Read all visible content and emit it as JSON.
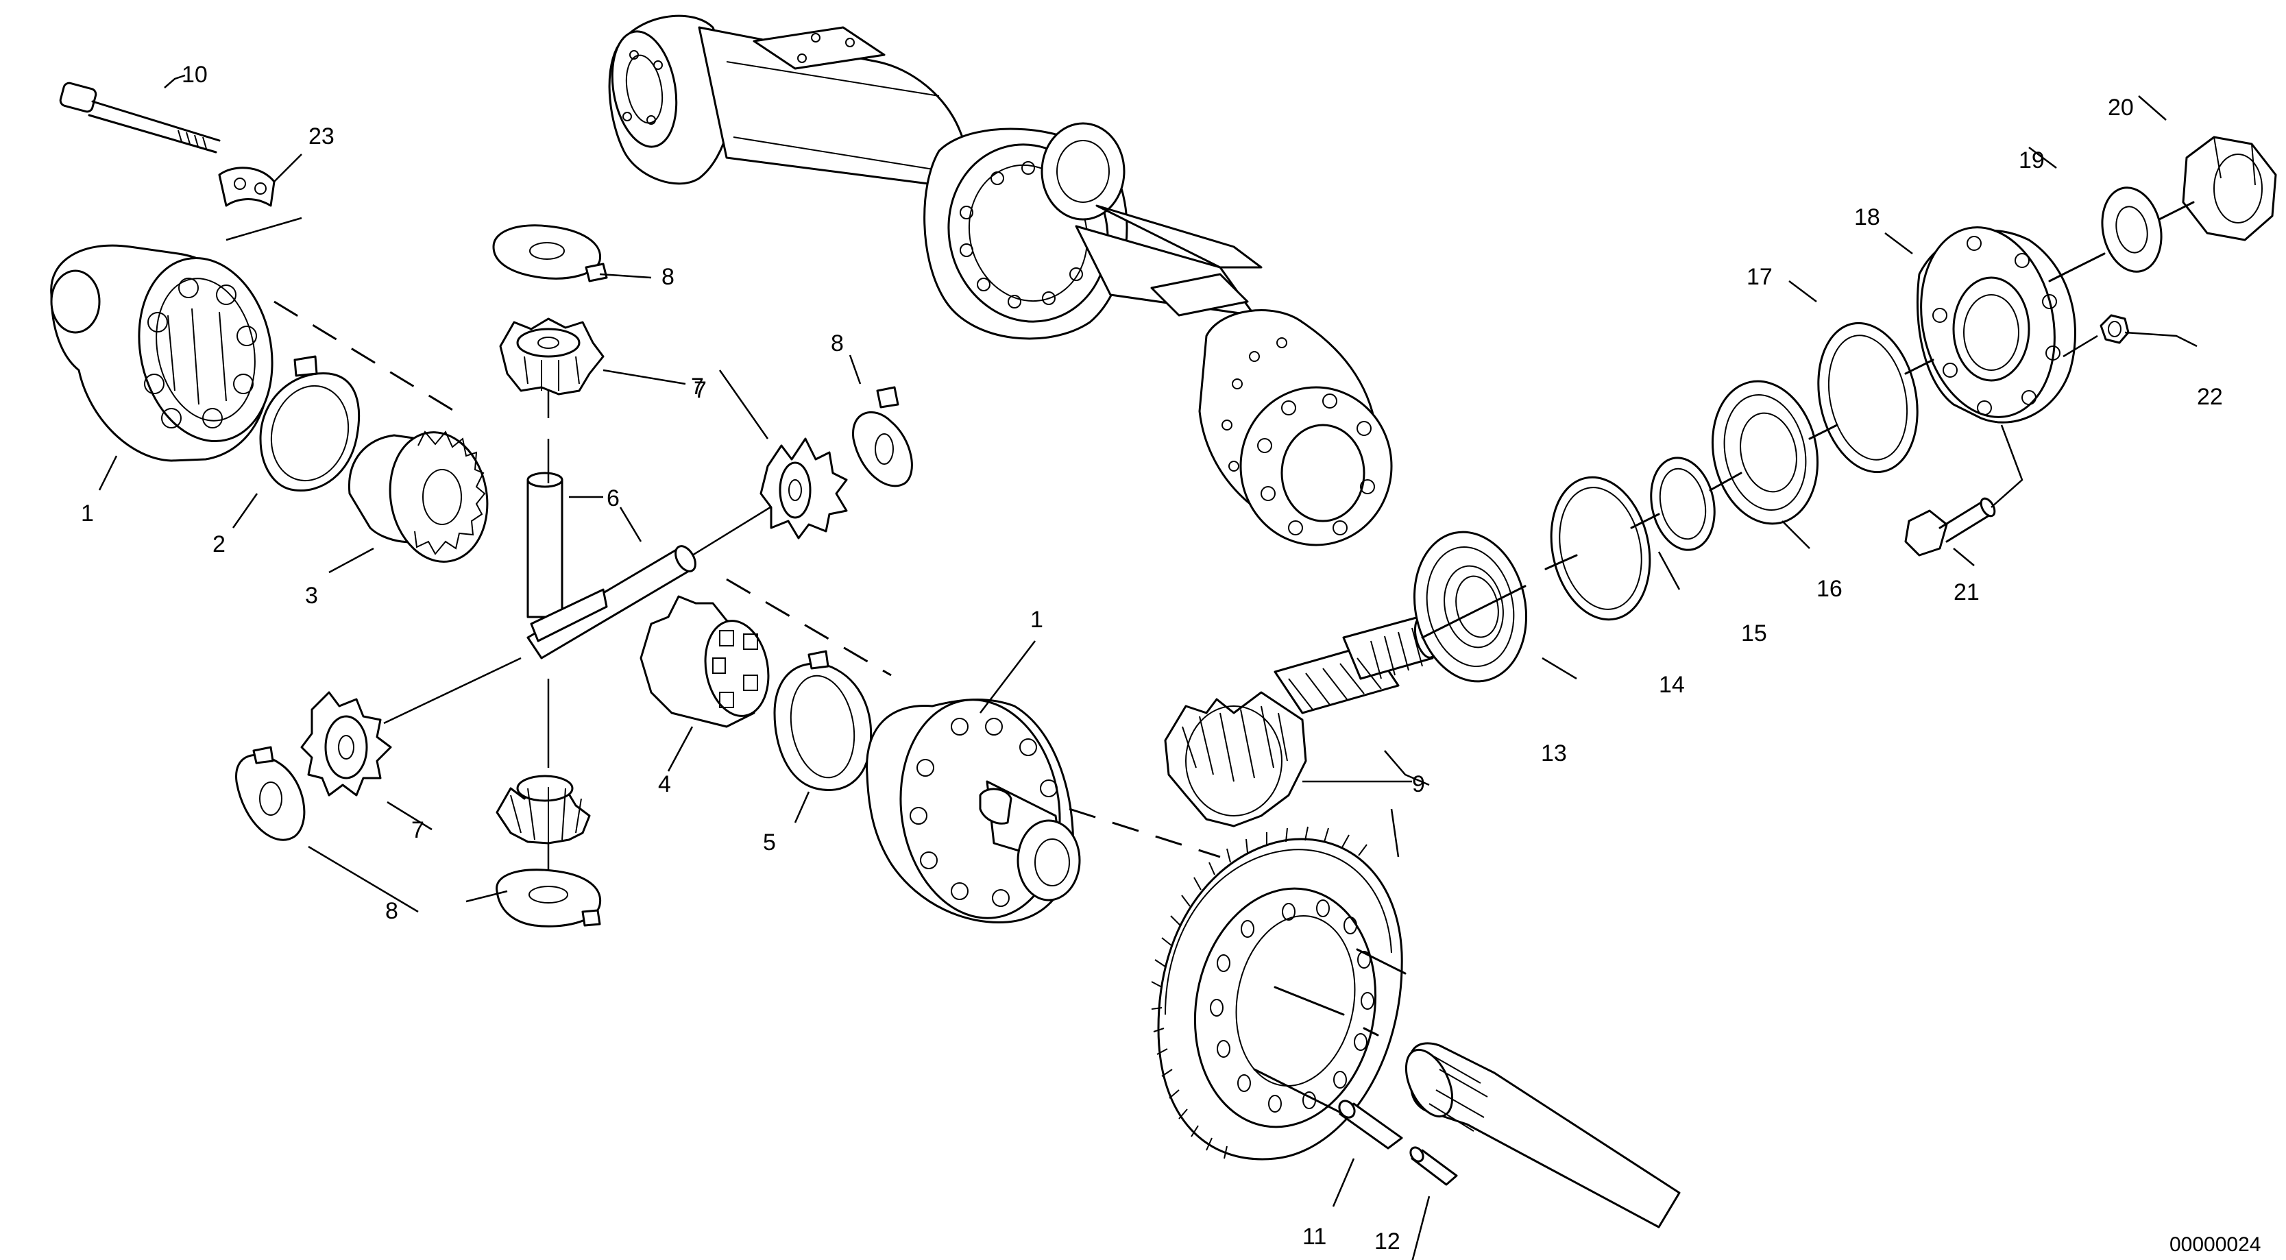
{
  "figure": {
    "document_number": "00000024"
  },
  "callouts": [
    {
      "id": "c10",
      "label": "10"
    },
    {
      "id": "c23",
      "label": "23"
    },
    {
      "id": "c1a",
      "label": "1"
    },
    {
      "id": "c2",
      "label": "2"
    },
    {
      "id": "c3",
      "label": "3"
    },
    {
      "id": "c8a",
      "label": "8"
    },
    {
      "id": "c7a",
      "label": "7"
    },
    {
      "id": "c8b",
      "label": "8"
    },
    {
      "id": "c7b",
      "label": "7"
    },
    {
      "id": "c6",
      "label": "6"
    },
    {
      "id": "c4",
      "label": "4"
    },
    {
      "id": "c5",
      "label": "5"
    },
    {
      "id": "c1b",
      "label": "1"
    },
    {
      "id": "c7c",
      "label": "7"
    },
    {
      "id": "c8c",
      "label": "8"
    },
    {
      "id": "c9",
      "label": "9"
    },
    {
      "id": "c13",
      "label": "13"
    },
    {
      "id": "c14",
      "label": "14"
    },
    {
      "id": "c15",
      "label": "15"
    },
    {
      "id": "c16",
      "label": "16"
    },
    {
      "id": "c17",
      "label": "17"
    },
    {
      "id": "c18",
      "label": "18"
    },
    {
      "id": "c19",
      "label": "19"
    },
    {
      "id": "c20",
      "label": "20"
    },
    {
      "id": "c21",
      "label": "21"
    },
    {
      "id": "c22",
      "label": "22"
    },
    {
      "id": "c11",
      "label": "11"
    },
    {
      "id": "c12",
      "label": "12"
    }
  ]
}
